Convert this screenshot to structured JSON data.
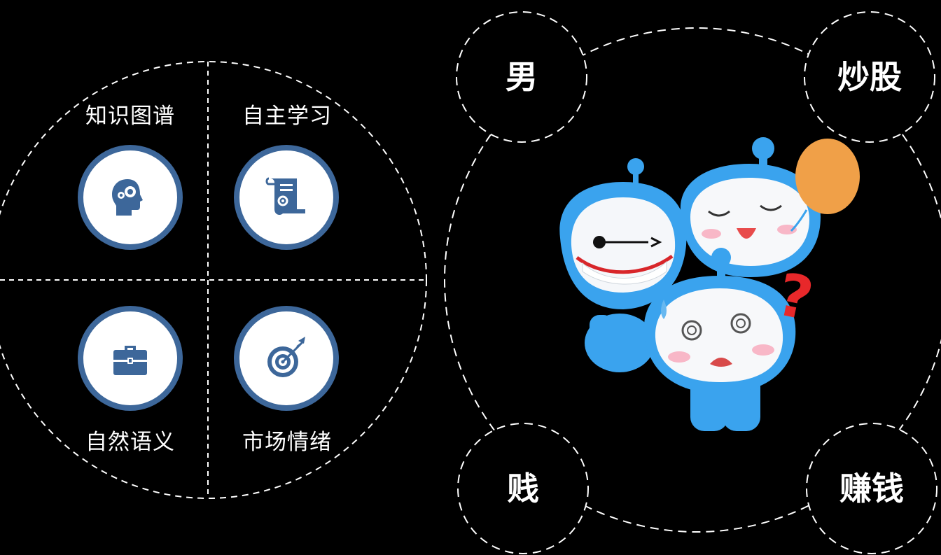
{
  "colors": {
    "background": "#000000",
    "accent_blue": "#3d679a",
    "mascot_blue": "#3aa3ee",
    "balloon_orange": "#f0a048",
    "question_red": "#e8282a"
  },
  "quadrants": [
    {
      "label": "知识图谱",
      "icon": "head-gears-icon"
    },
    {
      "label": "自主学习",
      "icon": "scroll-gear-icon"
    },
    {
      "label": "自然语义",
      "icon": "briefcase-icon"
    },
    {
      "label": "市场情绪",
      "icon": "target-arrow-icon"
    }
  ],
  "nodes": {
    "top_left": "男",
    "top_right": "炒股",
    "bottom_left": "贱",
    "bottom_right": "赚钱"
  },
  "mascot": {
    "question_mark": "?"
  }
}
